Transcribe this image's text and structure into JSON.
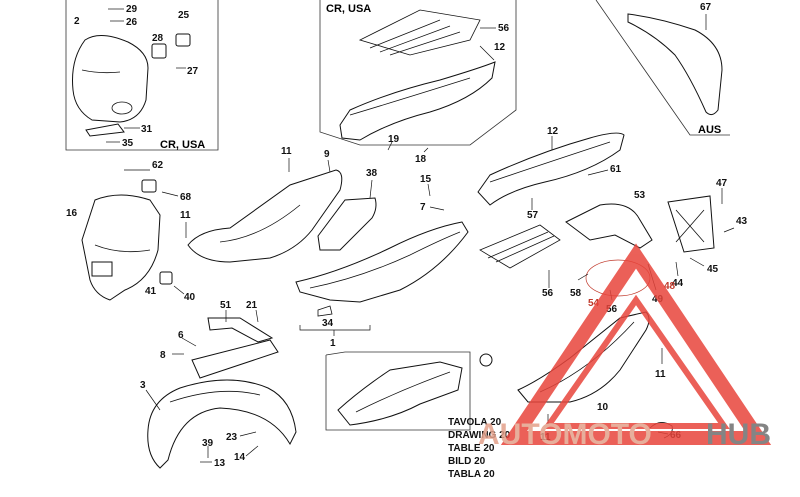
{
  "regions": {
    "top_left": "CR, USA",
    "top_center": "CR, USA",
    "top_right": "AUS"
  },
  "table_lines": [
    "TAVOLA 20",
    "DRAWING 20",
    "TABLE 20",
    "BILD 20",
    "TABLA 20"
  ],
  "watermark": {
    "part1": "AUTOMOTO",
    "part2": "HUB",
    "color1": "#e3a08a",
    "color2": "#6f6f6f",
    "triangle_color": "#e8453c"
  },
  "callouts": {
    "n29": "29",
    "n26": "26",
    "n25": "25",
    "n2": "2",
    "n28": "28",
    "n27": "27",
    "n31": "31",
    "n35": "35",
    "n56a": "56",
    "n12a": "12",
    "n19": "19",
    "n18": "18",
    "n67": "67",
    "n62": "62",
    "n68": "68",
    "n16": "16",
    "n11a": "11",
    "n41": "41",
    "n40": "40",
    "n11b": "11",
    "n9": "9",
    "n38": "38",
    "n15": "15",
    "n7": "7",
    "n34": "34",
    "n1": "1",
    "n12b": "12",
    "n61": "61",
    "n57": "57",
    "n53": "53",
    "n47": "47",
    "n43": "43",
    "n45": "45",
    "n44": "44",
    "n56b": "56",
    "n58": "58",
    "n54": "54",
    "n56c": "56",
    "n49": "49",
    "n48": "48",
    "n51": "51",
    "n21": "21",
    "n6": "6",
    "n8": "8",
    "n3": "3",
    "n23": "23",
    "n14": "14",
    "n39": "39",
    "n13": "13",
    "n11c": "11",
    "n10": "10",
    "n11d": "11",
    "n66": "66"
  }
}
